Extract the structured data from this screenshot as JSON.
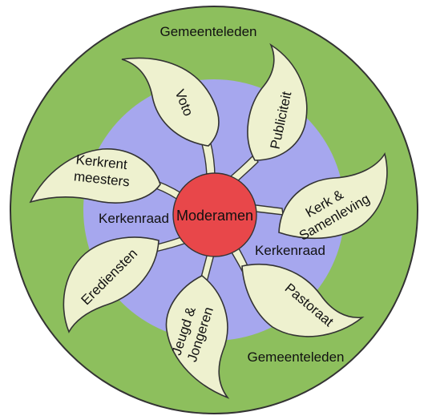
{
  "colors": {
    "outer_ring": "#8dbf5d",
    "middle_ring": "#a6a7ee",
    "center": "#e8474a",
    "leaf_fill": "#eef1cf",
    "outline": "#333333"
  },
  "center": {
    "label": "Moderamen"
  },
  "rings": {
    "outer_top": "Gemeenteleden",
    "outer_bottom": "Gemeenteleden",
    "middle_left": "Kerkenraad",
    "middle_right": "Kerkenraad"
  },
  "leaves": [
    {
      "id": "voto",
      "lines": [
        "Voto"
      ]
    },
    {
      "id": "publiciteit",
      "lines": [
        "Publiciteit"
      ]
    },
    {
      "id": "kerk-samenleving",
      "lines": [
        "Kerk &",
        "Samenleving"
      ]
    },
    {
      "id": "pastoraat",
      "lines": [
        "Pastoraat"
      ]
    },
    {
      "id": "jeugd-jongeren",
      "lines": [
        "Jeugd &",
        "Jongeren"
      ]
    },
    {
      "id": "erediensten",
      "lines": [
        "Erediensten"
      ]
    },
    {
      "id": "kerkrentmeesters",
      "lines": [
        "Kerkrent",
        "meesters"
      ]
    }
  ]
}
